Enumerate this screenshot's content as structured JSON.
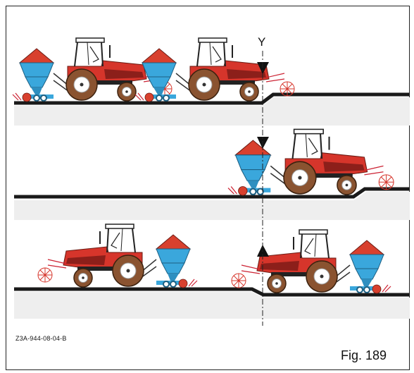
{
  "marker_label": "Y",
  "drawing_code": "Z3A-944-08-04-B",
  "figure_caption": "Fig. 189",
  "colors": {
    "tractor_red": "#d6352b",
    "tractor_dark_red": "#8c1f1a",
    "tyre_brown": "#8a5330",
    "hopper_blue": "#3aa7dc",
    "hopper_red": "#d8402e",
    "ground_fill": "#eeeeee",
    "ground_line": "#1a1a1a"
  }
}
